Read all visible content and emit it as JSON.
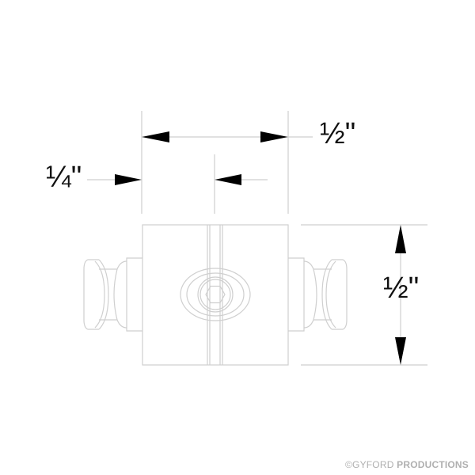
{
  "dimensions": {
    "top_width": "½\"",
    "left_offset": "¼\"",
    "right_height": "½\""
  },
  "watermark": {
    "symbol": "©",
    "brand": "GYFORD",
    "suffix": "PRODUCTIONS"
  },
  "colors": {
    "line": "#cfcfcf",
    "arrow": "#000000",
    "text": "#111111",
    "watermark": "#b0b0b0"
  }
}
